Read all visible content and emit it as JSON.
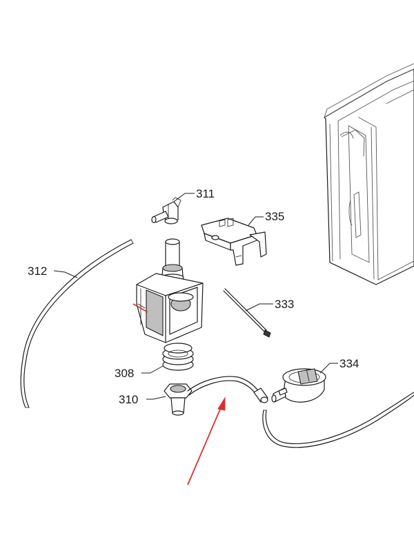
{
  "diagram": {
    "callouts": [
      {
        "id": "c311",
        "label": "311"
      },
      {
        "id": "c335",
        "label": "335"
      },
      {
        "id": "c312",
        "label": "312"
      },
      {
        "id": "c333",
        "label": "333"
      },
      {
        "id": "c308",
        "label": "308"
      },
      {
        "id": "c334",
        "label": "334"
      },
      {
        "id": "c310",
        "label": "310"
      }
    ],
    "highlight_color": "#d93030",
    "line_color": "#1a1a1a"
  }
}
